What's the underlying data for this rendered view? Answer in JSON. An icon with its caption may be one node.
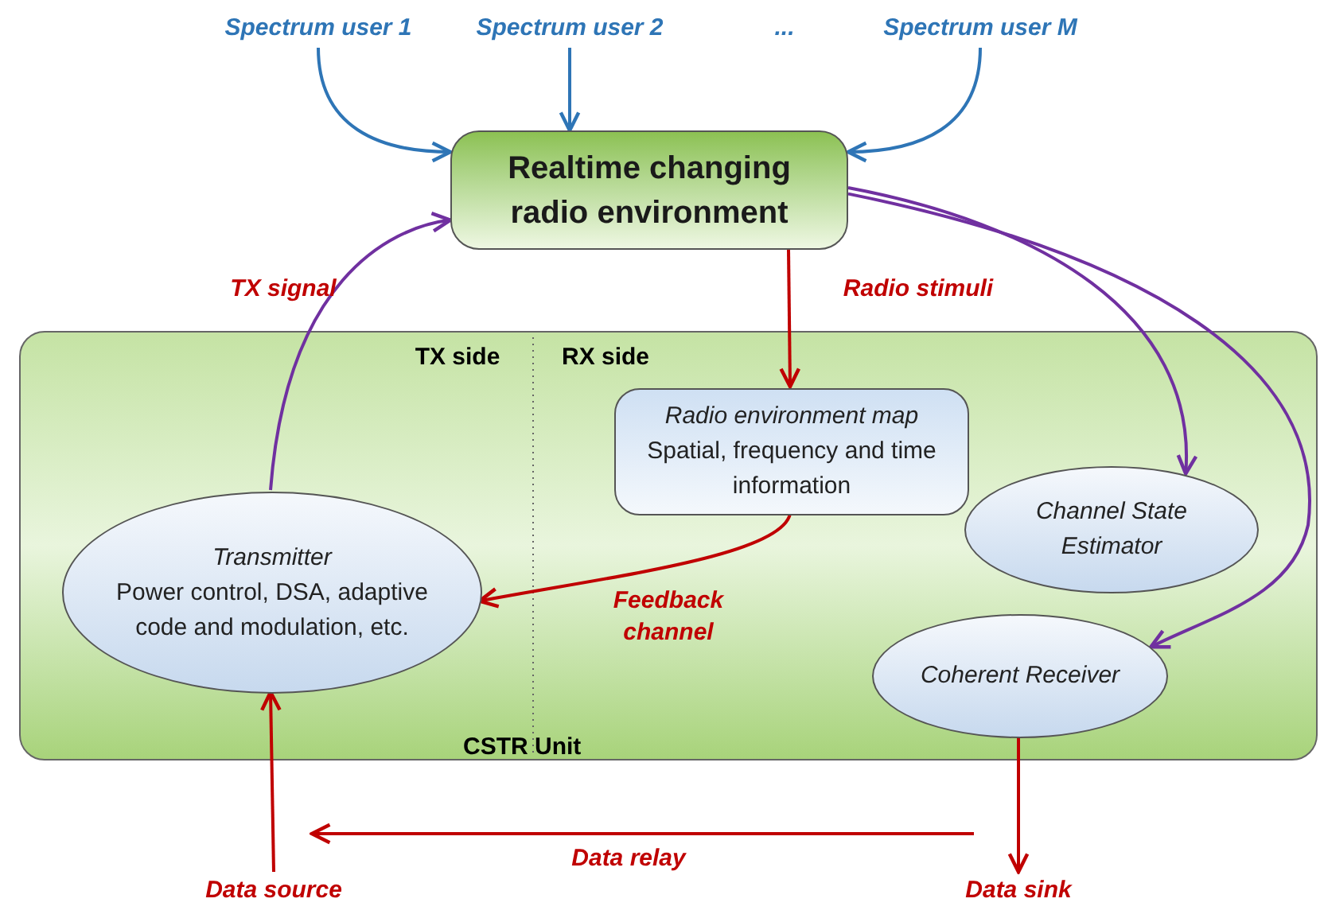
{
  "diagram": {
    "nodes": [
      {
        "text": [
          "Spectrum user 1"
        ]
      },
      {
        "text": [
          "Spectrum user 2"
        ]
      },
      {
        "text": [
          "Spectrum user M"
        ]
      },
      {
        "text": [
          "Realtime changing radio environment"
        ]
      },
      {
        "text": [
          "CSTR Unit"
        ]
      },
      {
        "text": [
          "Radio environment map",
          "Spatial, frequency and time information"
        ],
        "in": 4
      },
      {
        "text": [
          "Transmitter",
          "Power control, DSA, adaptive code and modulation, etc."
        ],
        "in": 4
      },
      {
        "text": [
          "Channel State Estimator"
        ],
        "in": 4
      },
      {
        "text": [
          "Coherent Receiver"
        ],
        "in": 4
      },
      {
        "text": [
          "Data source"
        ]
      },
      {
        "text": [
          "Data sink"
        ]
      }
    ],
    "edges": [
      {
        "from": 0,
        "to": 3,
        "arrow": "to",
        "color": "#2e75b6"
      },
      {
        "from": 1,
        "to": 3,
        "arrow": "to",
        "color": "#2e75b6"
      },
      {
        "from": 2,
        "to": 3,
        "arrow": "to",
        "color": "#2e75b6"
      },
      {
        "from": 3,
        "to": 5,
        "arrow": "to",
        "label": "Radio stimuli"
      },
      {
        "from": 6,
        "to": 3,
        "arrow": "to",
        "label": "TX signal",
        "color": "#7030a0"
      },
      {
        "from": 3,
        "to": 7,
        "arrow": "to",
        "color": "#7030a0"
      },
      {
        "from": 3,
        "to": 8,
        "arrow": "to",
        "color": "#7030a0"
      },
      {
        "from": 5,
        "to": 6,
        "arrow": "to",
        "label": "Feedback channel"
      },
      {
        "from": 8,
        "to": 10,
        "arrow": "to"
      },
      {
        "from": 9,
        "to": 6,
        "arrow": "to"
      },
      {
        "from": 10,
        "to": 9,
        "arrow": "to",
        "label": "Data relay"
      }
    ],
    "labels": [
      "...",
      "TX side",
      "RX side"
    ]
  }
}
